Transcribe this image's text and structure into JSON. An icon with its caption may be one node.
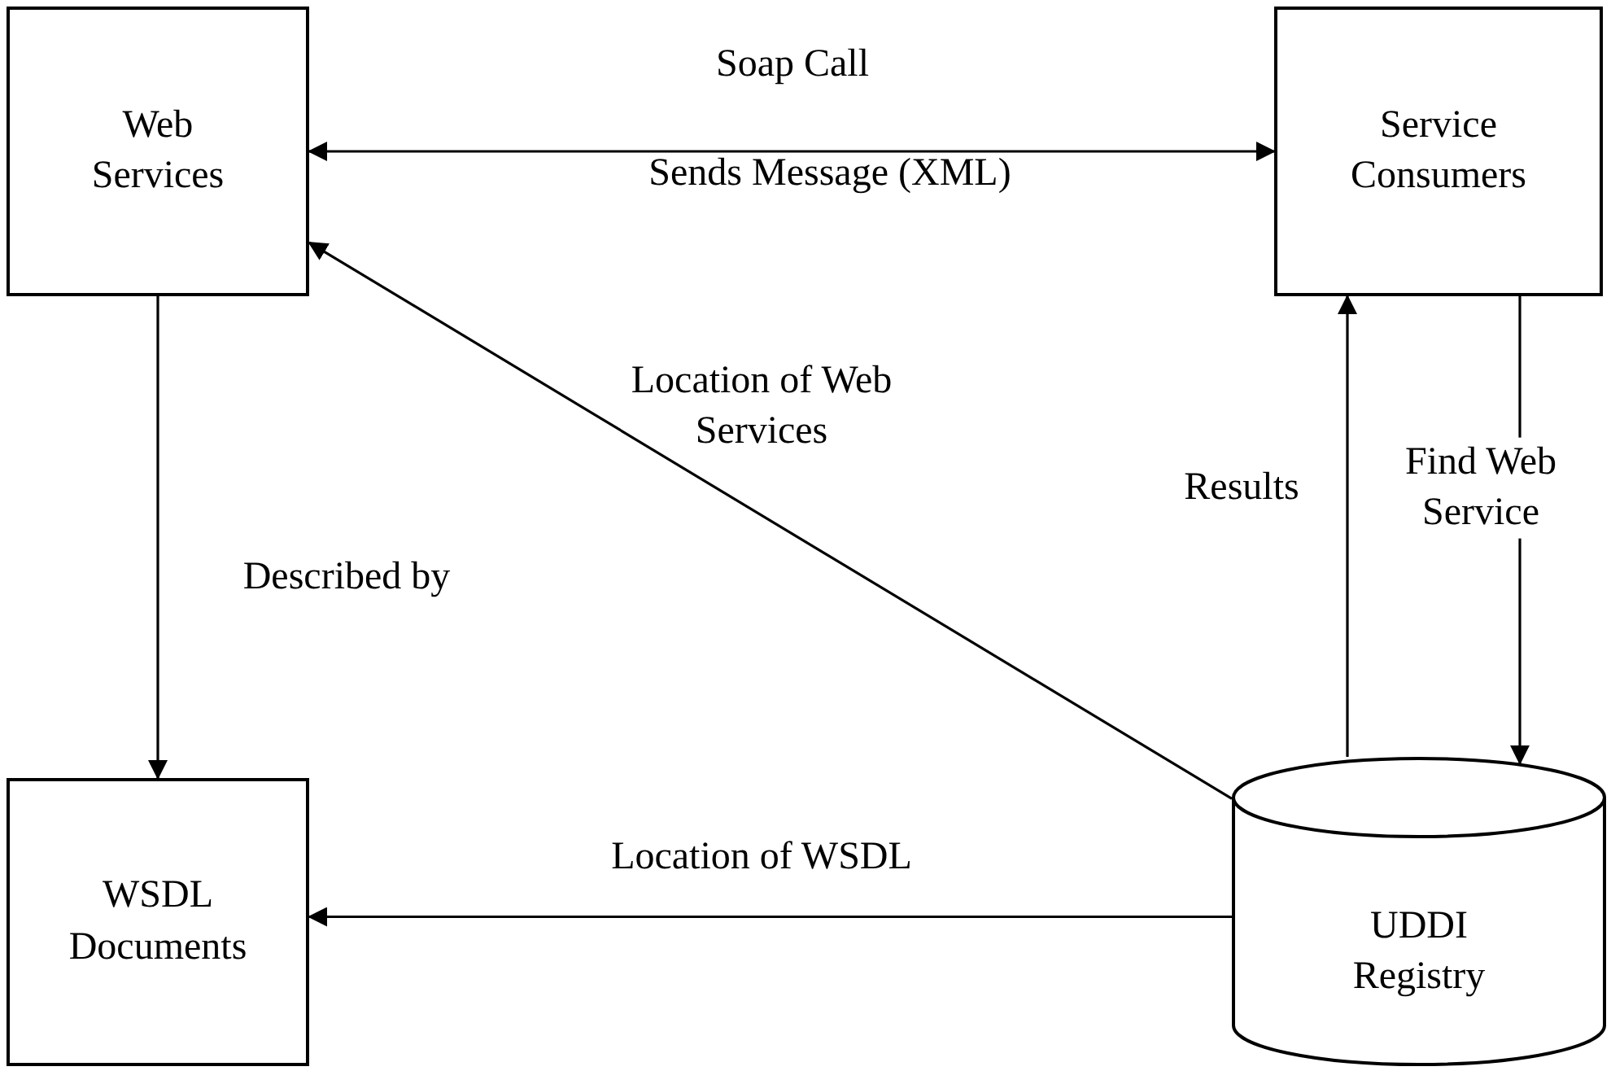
{
  "diagram": {
    "nodes": [
      {
        "text": [
          "Web Services"
        ]
      },
      {
        "text": [
          "Service Consumers"
        ]
      },
      {
        "text": [
          "WSDL Documents"
        ]
      },
      {
        "text": [
          "UDDI Registry"
        ]
      }
    ],
    "edges": [
      {
        "from": 0,
        "to": 1,
        "arrow": "both",
        "label": "Soap Call"
      },
      {
        "from": 0,
        "to": 2,
        "arrow": "to",
        "label": "Described by"
      },
      {
        "from": 3,
        "to": 0,
        "arrow": "to",
        "label": "Location of Web Services"
      },
      {
        "from": 3,
        "to": 1,
        "arrow": "to",
        "label": "Results"
      },
      {
        "from": 1,
        "to": 3,
        "arrow": "to",
        "label": "Find Web Service"
      },
      {
        "from": 3,
        "to": 2,
        "arrow": "to",
        "label": "Location of WSDL"
      }
    ],
    "labels": [
      "Sends Message (XML)"
    ]
  }
}
